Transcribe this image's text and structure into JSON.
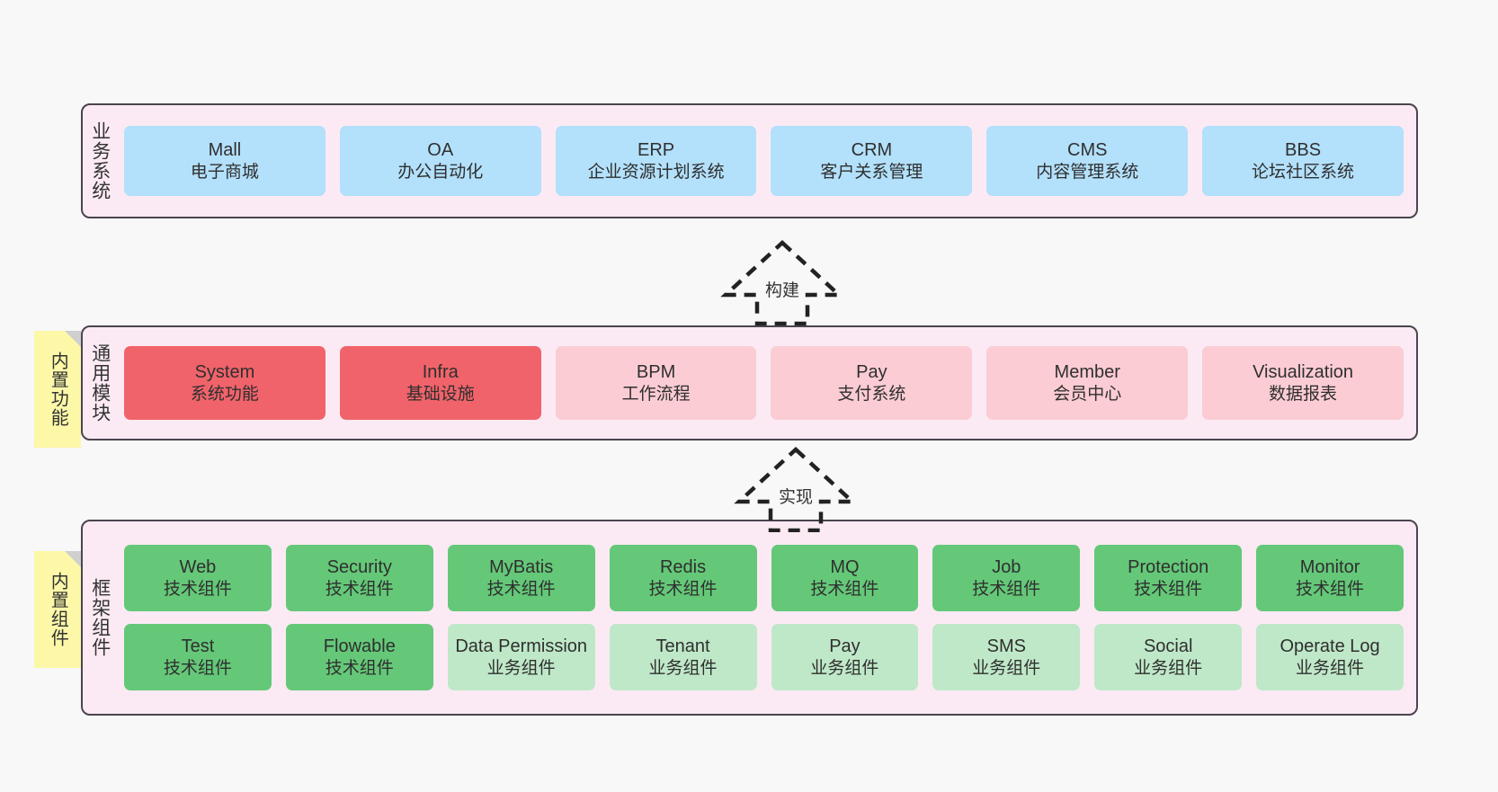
{
  "layers": [
    {
      "id": "business-systems",
      "title": "业务系统",
      "rows": [
        {
          "style": "biz",
          "cards": [
            {
              "en": "Mall",
              "cn": "电子商城"
            },
            {
              "en": "OA",
              "cn": "办公自动化"
            },
            {
              "en": "ERP",
              "cn": "企业资源计划系统"
            },
            {
              "en": "CRM",
              "cn": "客户关系管理"
            },
            {
              "en": "CMS",
              "cn": "内容管理系统"
            },
            {
              "en": "BBS",
              "cn": "论坛社区系统"
            }
          ]
        }
      ]
    },
    {
      "id": "common-modules",
      "title": "通用模块",
      "note": "内置功能",
      "rows": [
        {
          "cards": [
            {
              "en": "System",
              "cn": "系统功能",
              "style": "mod-hi"
            },
            {
              "en": "Infra",
              "cn": "基础设施",
              "style": "mod-hi"
            },
            {
              "en": "BPM",
              "cn": "工作流程",
              "style": "mod-lo"
            },
            {
              "en": "Pay",
              "cn": "支付系统",
              "style": "mod-lo"
            },
            {
              "en": "Member",
              "cn": "会员中心",
              "style": "mod-lo"
            },
            {
              "en": "Visualization",
              "cn": "数据报表",
              "style": "mod-lo"
            }
          ]
        }
      ]
    },
    {
      "id": "framework-components",
      "title": "框架组件",
      "note": "内置组件",
      "rows": [
        {
          "cards": [
            {
              "en": "Web",
              "cn": "技术组件",
              "style": "tech"
            },
            {
              "en": "Security",
              "cn": "技术组件",
              "style": "tech"
            },
            {
              "en": "MyBatis",
              "cn": "技术组件",
              "style": "tech"
            },
            {
              "en": "Redis",
              "cn": "技术组件",
              "style": "tech"
            },
            {
              "en": "MQ",
              "cn": "技术组件",
              "style": "tech"
            },
            {
              "en": "Job",
              "cn": "技术组件",
              "style": "tech"
            },
            {
              "en": "Protection",
              "cn": "技术组件",
              "style": "tech"
            },
            {
              "en": "Monitor",
              "cn": "技术组件",
              "style": "tech"
            }
          ]
        },
        {
          "cards": [
            {
              "en": "Test",
              "cn": "技术组件",
              "style": "tech"
            },
            {
              "en": "Flowable",
              "cn": "技术组件",
              "style": "tech"
            },
            {
              "en": "Data Permission",
              "cn": "业务组件",
              "style": "busi"
            },
            {
              "en": "Tenant",
              "cn": "业务组件",
              "style": "busi"
            },
            {
              "en": "Pay",
              "cn": "业务组件",
              "style": "busi"
            },
            {
              "en": "SMS",
              "cn": "业务组件",
              "style": "busi"
            },
            {
              "en": "Social",
              "cn": "业务组件",
              "style": "busi"
            },
            {
              "en": "Operate Log",
              "cn": "业务组件",
              "style": "busi"
            }
          ]
        }
      ]
    }
  ],
  "connectors": [
    {
      "id": "build",
      "label": "构建"
    },
    {
      "id": "implement",
      "label": "实现"
    }
  ],
  "colors": {
    "canvas": "#f8f8f8",
    "layer_bg": "#fbeaf4",
    "layer_border": "#4a4450",
    "business_card": "#b3e0fb",
    "module_highlight": "#f1636a",
    "module_normal": "#fbccd3",
    "tech_component": "#64c878",
    "business_component": "#bfe8c8",
    "note_bg": "#fcf8a8",
    "note_fold": "#cfcfcf",
    "text": "#2f2f2f"
  }
}
